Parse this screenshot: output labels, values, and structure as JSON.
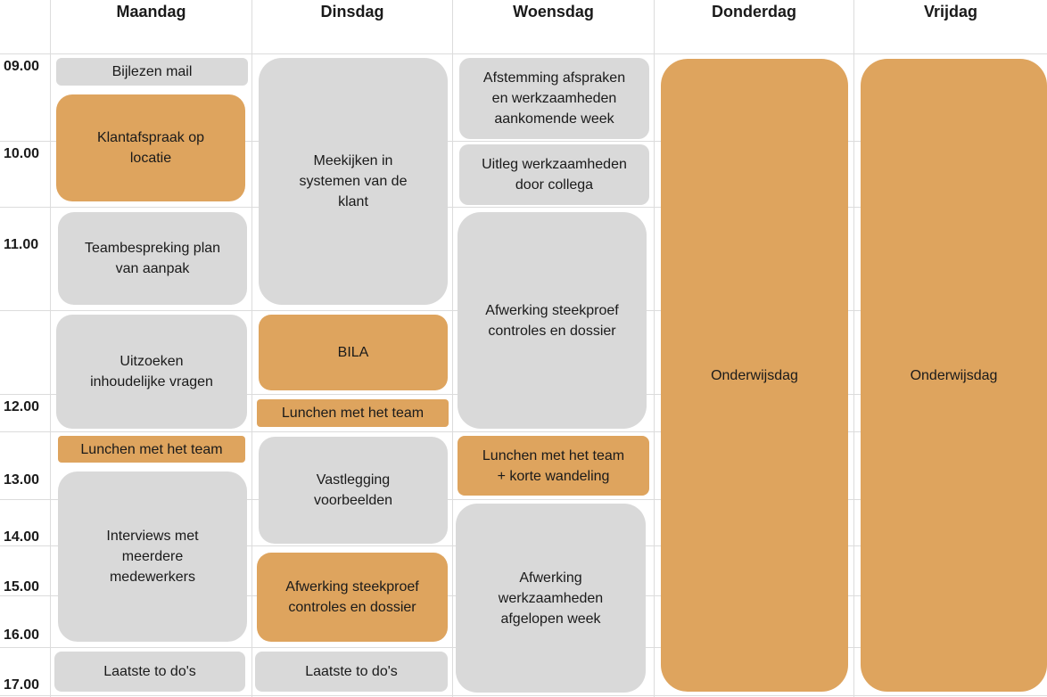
{
  "colors": {
    "grey": "#d9d9d9",
    "orange": "#dea45e",
    "grid": "#dcdcdc"
  },
  "days": [
    "Maandag",
    "Dinsdag",
    "Woensdag",
    "Donderdag",
    "Vrijdag"
  ],
  "times": [
    "09.00",
    "10.00",
    "11.00",
    "12.00",
    "13.00",
    "14.00",
    "15.00",
    "16.00",
    "17.00"
  ],
  "blocks": {
    "maandag": [
      {
        "text": "Bijlezen mail",
        "color": "grey"
      },
      {
        "text": "Klantafspraak op\nlocatie",
        "color": "orange"
      },
      {
        "text": "Teambespreking plan\nvan aanpak",
        "color": "grey"
      },
      {
        "text": "Uitzoeken\ninhoudelijke vragen",
        "color": "grey"
      },
      {
        "text": "Lunchen met het team",
        "color": "orange"
      },
      {
        "text": "Interviews met\nmeerdere\nmedewerkers",
        "color": "grey"
      },
      {
        "text": "Laatste to do's",
        "color": "grey"
      }
    ],
    "dinsdag": [
      {
        "text": "Meekijken in\nsystemen van de\nklant",
        "color": "grey"
      },
      {
        "text": "BILA",
        "color": "orange"
      },
      {
        "text": "Lunchen met het team",
        "color": "orange"
      },
      {
        "text": "Vastlegging\nvoorbeelden",
        "color": "grey"
      },
      {
        "text": "Afwerking steekproef\ncontroles en dossier",
        "color": "orange"
      },
      {
        "text": "Laatste to do's",
        "color": "grey"
      }
    ],
    "woensdag": [
      {
        "text": "Afstemming afspraken\nen werkzaamheden\naankomende week",
        "color": "grey"
      },
      {
        "text": "Uitleg werkzaamheden\ndoor collega",
        "color": "grey"
      },
      {
        "text": "Afwerking steekproef\ncontroles en dossier",
        "color": "grey"
      },
      {
        "text": "Lunchen met het team\n+ korte wandeling",
        "color": "orange"
      },
      {
        "text": "Afwerking\nwerkzaamheden\nafgelopen week",
        "color": "grey"
      }
    ],
    "donderdag": [
      {
        "text": "Onderwijsdag",
        "color": "orange"
      }
    ],
    "vrijdag": [
      {
        "text": "Onderwijsdag",
        "color": "orange"
      }
    ]
  }
}
